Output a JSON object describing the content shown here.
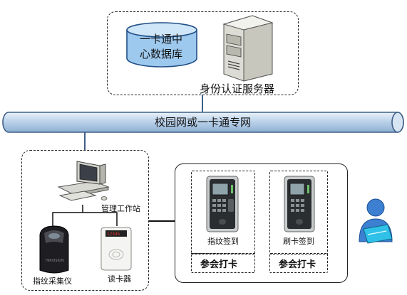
{
  "server_group": {
    "database_label_line1": "一卡通中",
    "database_label_line2": "心数据库",
    "auth_server_label": "身份认证服务器"
  },
  "network": {
    "backbone_label": "校园网或一卡通专网"
  },
  "management": {
    "workstation_label": "管理工作站",
    "fingerprint_collector_label": "指纹采集仪",
    "card_reader_label": "读卡器"
  },
  "terminals": {
    "fingerprint_signin_label": "指纹签到",
    "card_signin_label": "刷卡签到",
    "attendance_label_1": "参会打卡",
    "attendance_label_2": "参会打卡"
  },
  "colors": {
    "pipe_fill": "#bcd3ea",
    "pipe_stroke": "#3f5f86",
    "db_fill": "#9ec9ee",
    "person_fill": "#3d7fd0"
  },
  "icons": {
    "database": "database-cylinder-icon",
    "server": "server-tower-icon",
    "workstation": "desktop-computer-icon",
    "fingerprint_scanner": "fingerprint-scanner-icon",
    "card_reader": "card-reader-icon",
    "fingerprint_terminal": "fingerprint-terminal-icon",
    "card_terminal": "card-terminal-icon",
    "user": "user-with-card-icon"
  }
}
